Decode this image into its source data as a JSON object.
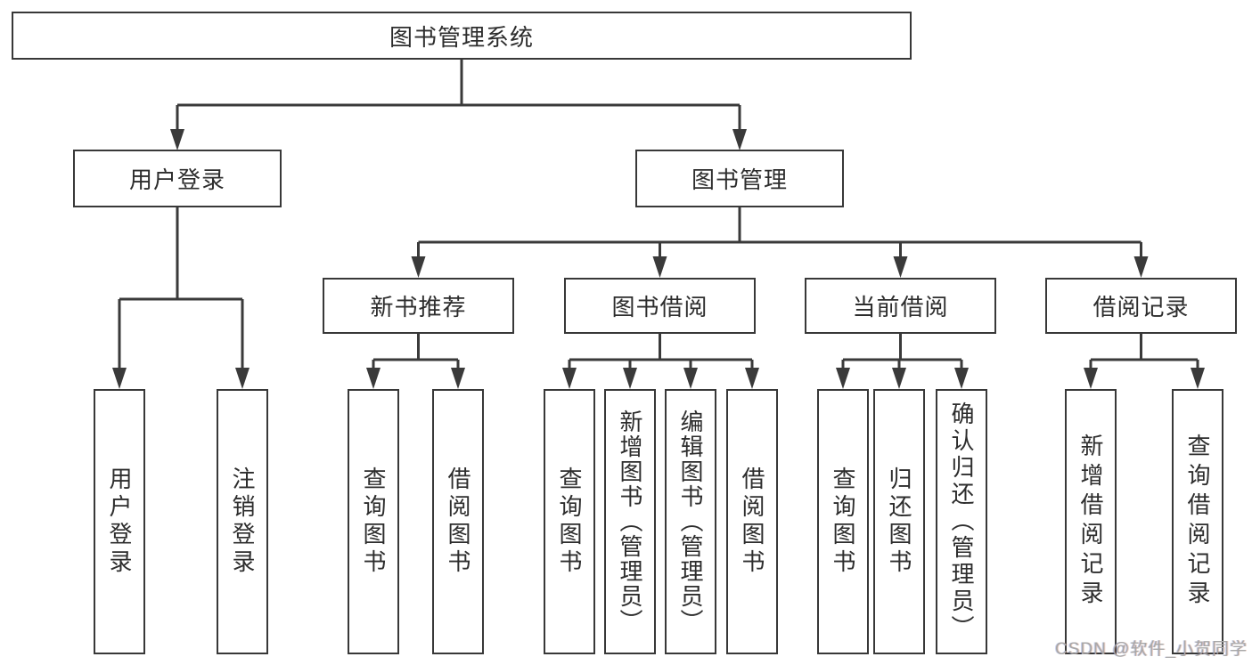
{
  "diagram_title": "图书管理系统",
  "colors": {
    "line": "#3a3a3a",
    "box_border": "#383838",
    "text": "#2d2d2d",
    "watermark": "#a8a8a8",
    "background": "#ffffff"
  },
  "tree": {
    "label": "图书管理系统",
    "children": [
      {
        "label": "用户登录",
        "children": [
          {
            "label": "用户登录"
          },
          {
            "label": "注销登录"
          }
        ]
      },
      {
        "label": "图书管理",
        "children": [
          {
            "label": "新书推荐",
            "children": [
              {
                "label": "查询图书"
              },
              {
                "label": "借阅图书"
              }
            ]
          },
          {
            "label": "图书借阅",
            "children": [
              {
                "label": "查询图书"
              },
              {
                "label": "新增图书（管理员）"
              },
              {
                "label": "编辑图书（管理员）"
              },
              {
                "label": "借阅图书"
              }
            ]
          },
          {
            "label": "当前借阅",
            "children": [
              {
                "label": "查询图书"
              },
              {
                "label": "归还图书"
              },
              {
                "label": "确认归还（管理员）"
              }
            ]
          },
          {
            "label": "借阅记录",
            "children": [
              {
                "label": "新增借阅记录"
              },
              {
                "label": "查询借阅记录"
              }
            ]
          }
        ]
      }
    ]
  },
  "watermark": "CSDN @软件_小贺同学"
}
